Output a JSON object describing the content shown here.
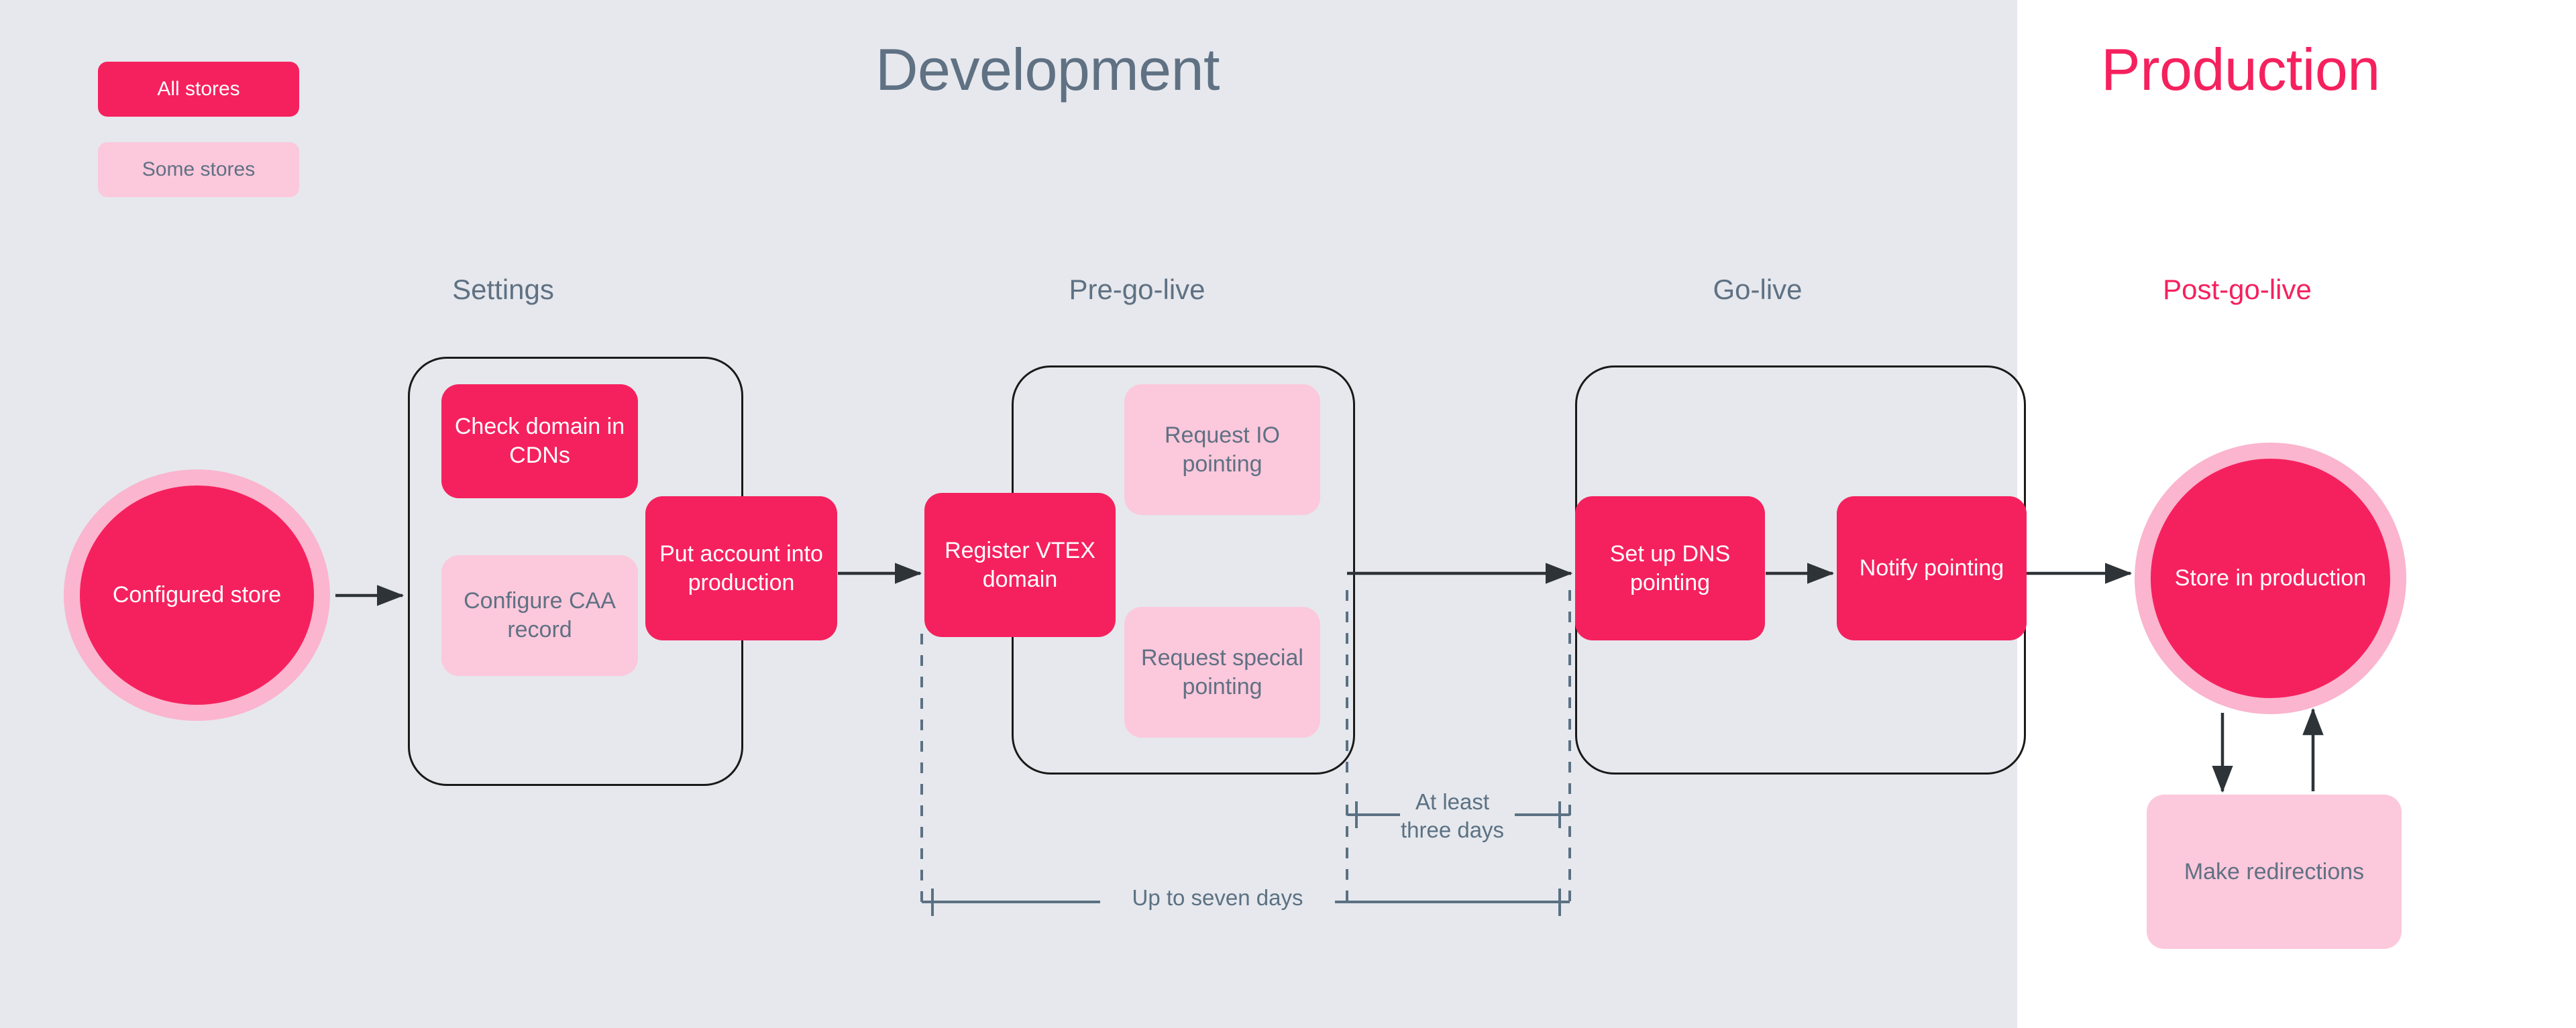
{
  "environments": [
    {
      "id": "development",
      "title": "Development",
      "color": "#5f7183"
    },
    {
      "id": "production",
      "title": "Production",
      "color": "#f5215e"
    }
  ],
  "legend": {
    "items": [
      {
        "id": "all-stores",
        "label": "All stores",
        "style": "solid",
        "color": "#f5215e"
      },
      {
        "id": "some-stores",
        "label": "Some stores",
        "style": "light",
        "color": "#fcc8dc"
      }
    ]
  },
  "stages": [
    {
      "id": "settings",
      "label": "Settings",
      "environment": "development"
    },
    {
      "id": "pre-go-live",
      "label": "Pre-go-live",
      "environment": "development"
    },
    {
      "id": "go-live",
      "label": "Go-live",
      "environment": "development"
    },
    {
      "id": "post-go-live",
      "label": "Post-go-live",
      "environment": "production"
    }
  ],
  "nodes": [
    {
      "id": "configured-store",
      "label": "Configured store",
      "shape": "circle",
      "style": "solid",
      "stage": null
    },
    {
      "id": "check-domain-cdns",
      "label": "Check domain in CDNs",
      "shape": "box",
      "style": "solid",
      "stage": "settings"
    },
    {
      "id": "configure-caa",
      "label": "Configure CAA record",
      "shape": "box",
      "style": "light",
      "stage": "settings"
    },
    {
      "id": "put-account-prod",
      "label": "Put account into production",
      "shape": "box",
      "style": "solid",
      "stage": "settings"
    },
    {
      "id": "register-vtex",
      "label": "Register VTEX domain",
      "shape": "box",
      "style": "solid",
      "stage": "pre-go-live"
    },
    {
      "id": "request-io",
      "label": "Request IO pointing",
      "shape": "box",
      "style": "light",
      "stage": "pre-go-live"
    },
    {
      "id": "request-special",
      "label": "Request special pointing",
      "shape": "box",
      "style": "light",
      "stage": "pre-go-live"
    },
    {
      "id": "setup-dns",
      "label": "Set up DNS pointing",
      "shape": "box",
      "style": "solid",
      "stage": "go-live"
    },
    {
      "id": "notify-pointing",
      "label": "Notify pointing",
      "shape": "box",
      "style": "solid",
      "stage": "go-live"
    },
    {
      "id": "store-production",
      "label": "Store in production",
      "shape": "circle",
      "style": "solid",
      "stage": "post-go-live"
    },
    {
      "id": "make-redirections",
      "label": "Make redirections",
      "shape": "box",
      "style": "light",
      "stage": "post-go-live"
    }
  ],
  "annotations": [
    {
      "id": "at-least-three-days",
      "line1": "At least",
      "line2": "three days",
      "label": "At least three days"
    },
    {
      "id": "up-to-seven-days",
      "line1": "Up to seven days",
      "line2": "",
      "label": "Up to seven days"
    }
  ],
  "colors": {
    "primary": "#f5215e",
    "light": "#fcc8dc",
    "ring": "#fbb5ce",
    "dev_background": "#e6e8ed",
    "prod_background": "#ffffff",
    "slate_text": "#5f7183",
    "dimension_line": "#5b7183",
    "group_border": "#1a1a1a"
  }
}
